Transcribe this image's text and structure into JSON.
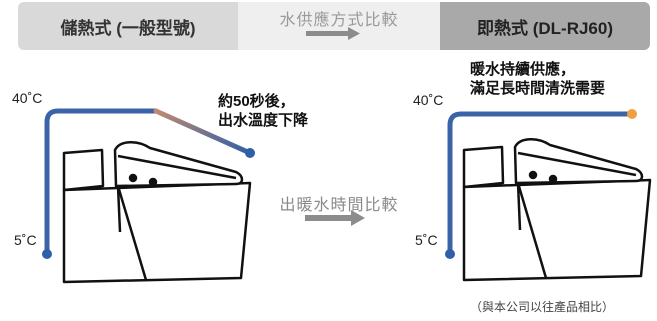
{
  "header": {
    "left_label": "儲熱式 (一般型號)",
    "right_label": "即熱式 (DL-RJ60)",
    "middle_title": "水供應方式比較"
  },
  "middle_label": "出暖水時間比較",
  "left_panel": {
    "temp_high": "40˚C",
    "temp_low": "5˚C",
    "annotation_line1": "約50秒後，",
    "annotation_line2": "出水溫度下降"
  },
  "right_panel": {
    "temp_high": "40˚C",
    "temp_low": "5˚C",
    "annotation_line1": "暖水持續供應，",
    "annotation_line2": "滿足長時間清洗需要"
  },
  "footnote": "（與本公司以往產品相比）",
  "colors": {
    "cold_blue": "#2f5fa8",
    "warm_orange": "#f0a040",
    "arrow_gray": "#8c8c8c",
    "header_left_bg": "#d9d9d9",
    "header_right_bg": "#a9a9a9"
  }
}
